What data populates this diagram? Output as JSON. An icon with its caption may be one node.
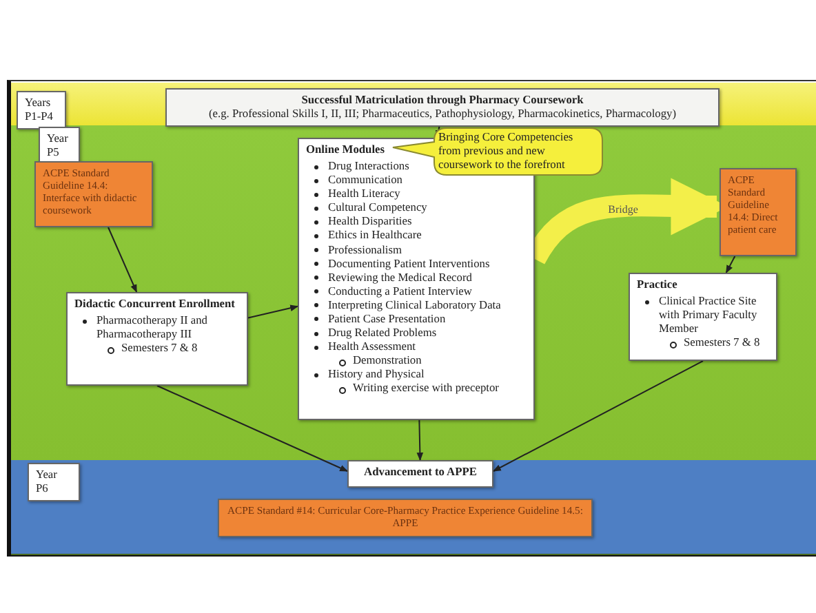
{
  "diagram": {
    "nodes": [
      {
        "text": [
          "Years P1-P4"
        ]
      },
      {
        "text": [
          "Successful Matriculation through Pharmacy Coursework",
          "(e.g. Professional Skills I, II, III; Pharmaceutics, Pathophysiology, Pharmacokinetics, Pharmacology)"
        ]
      },
      {
        "text": [
          "Year P5"
        ]
      },
      {
        "text": [
          "ACPE Standard Guideline 14.4: Interface with didactic coursework"
        ]
      },
      {
        "text": [
          "Didactic Concurrent Enrollment",
          "Pharmacotherapy II and Pharmacotherapy III",
          "Semesters 7 & 8"
        ]
      },
      {
        "text": [
          "Online Modules",
          "Drug Interactions",
          "Communication",
          "Health Literacy",
          "Cultural Competency",
          "Health Disparities",
          "Ethics in Healthcare",
          "Professionalism",
          "Documenting Patient Interventions",
          "Reviewing the Medical Record",
          "Conducting a Patient Interview",
          "Interpreting Clinical Laboratory Data",
          "Patient Case Presentation",
          "Drug Related Problems",
          "Health Assessment",
          "Demonstration",
          "History and Physical",
          "Writing exercise with preceptor"
        ]
      },
      {
        "text": [
          "Bringing Core Competencies from previous and new coursework to the forefront"
        ]
      },
      {
        "text": [
          "ACPE Standard Guideline 14.4: Direct patient care"
        ]
      },
      {
        "text": [
          "Practice",
          "Clinical Practice Site with Primary Faculty Member",
          "Semesters 7 & 8"
        ]
      },
      {
        "text": [
          "Year P6"
        ]
      },
      {
        "text": [
          "Advancement to APPE"
        ]
      },
      {
        "text": [
          "ACPE Standard #14: Curricular Core-Pharmacy Practice Experience Guideline 14.5: APPE"
        ]
      }
    ],
    "edges": [
      {
        "from": 1,
        "to": 5,
        "arrow": "to"
      },
      {
        "from": 3,
        "to": 4,
        "arrow": "to"
      },
      {
        "from": 4,
        "to": 5,
        "arrow": "to"
      },
      {
        "from": 4,
        "to": 10,
        "arrow": "to"
      },
      {
        "from": 5,
        "to": 10,
        "arrow": "to"
      },
      {
        "from": 8,
        "to": 10,
        "arrow": "to"
      },
      {
        "from": 7,
        "to": 8,
        "arrow": "to"
      },
      {
        "from": 5,
        "to": 7,
        "arrow": "to",
        "label": "Bridge",
        "style": "thick",
        "color": "#f3ef4a"
      }
    ]
  }
}
